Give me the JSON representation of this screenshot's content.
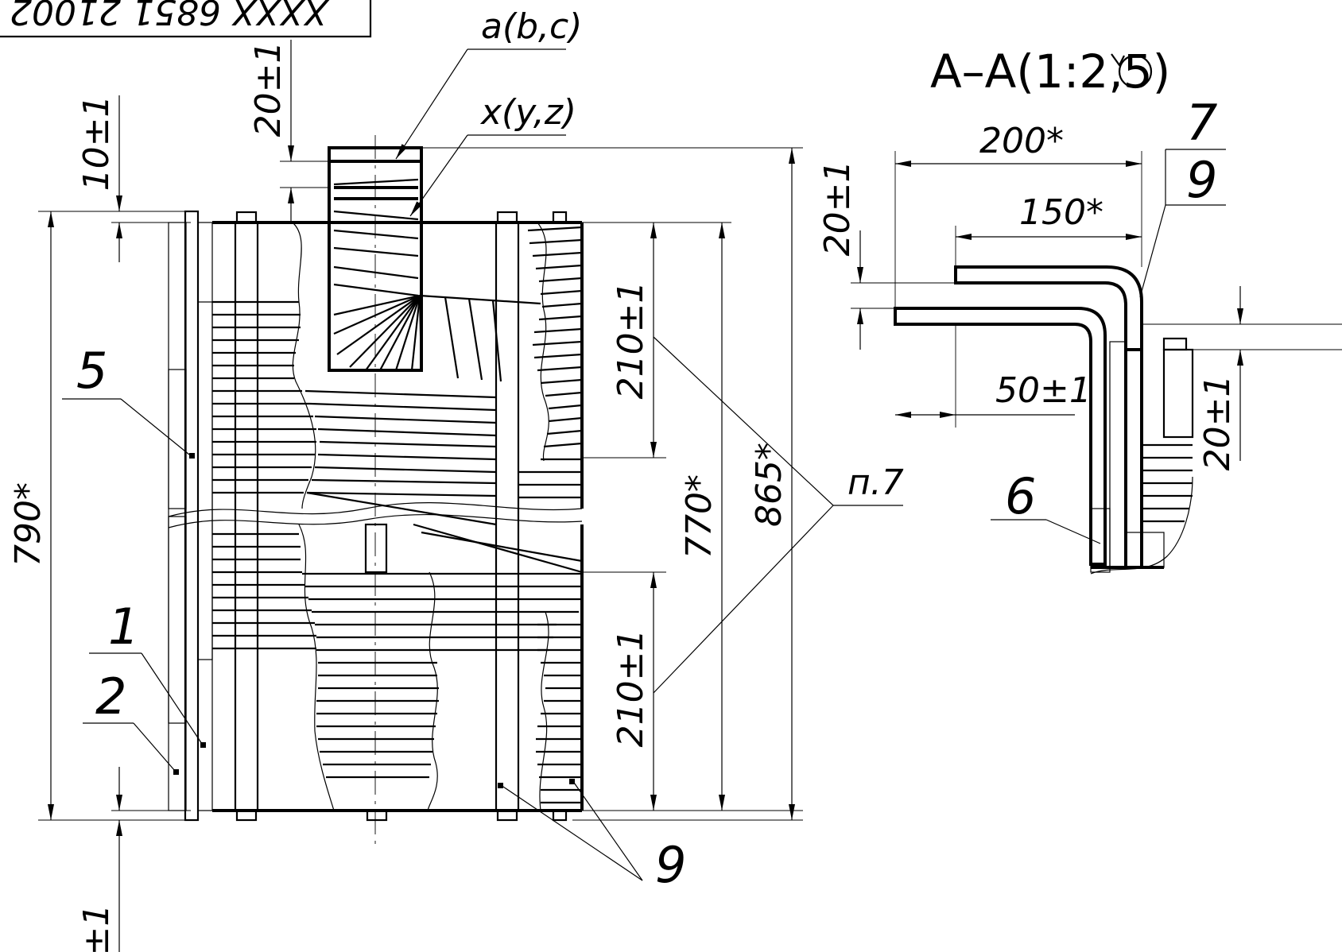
{
  "stamp": {
    "text": "XXXX 6851 21002"
  },
  "section_title": "A–A(1:2,5)",
  "leaders": {
    "a_b_c": "a(b,c)",
    "x_y_z": "x(y,z)",
    "p7": "п.7"
  },
  "dimensions": {
    "d20_top": "20±1",
    "d10": "10±1",
    "d790": "790*",
    "d770": "770*",
    "d865": "865*",
    "d210_top": "210±1",
    "d210_bottom": "210±1",
    "d_bottom_partial": "±1",
    "d200": "200*",
    "d150": "150*",
    "d50": "50±1",
    "d20_section_left": "20±1",
    "d20_section_right": "20±1"
  },
  "callouts": {
    "c1": "1",
    "c2": "2",
    "c5": "5",
    "c6": "6",
    "c7": "7",
    "c9_section": "9",
    "c9_bottom": "9"
  }
}
